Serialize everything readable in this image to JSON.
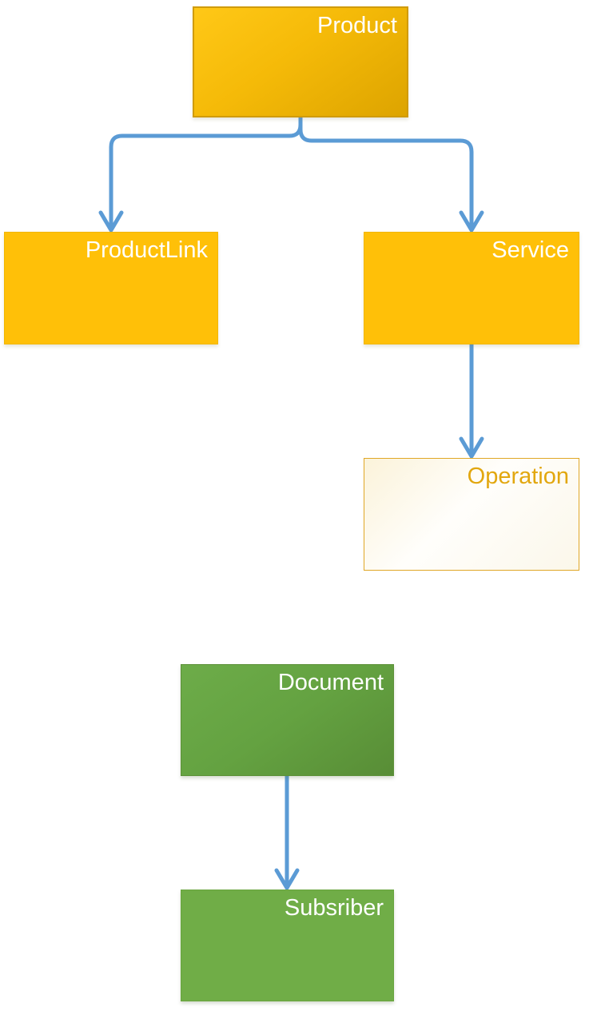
{
  "diagram": {
    "nodes": {
      "product": {
        "label": "Product",
        "fill": "#FFC010",
        "fill_style": "gold-gradient",
        "text_color": "#FFFFFF"
      },
      "productlink": {
        "label": "ProductLink",
        "fill": "#FFC008",
        "fill_style": "gold-flat",
        "text_color": "#FFFFFF"
      },
      "service": {
        "label": "Service",
        "fill": "#FFC008",
        "fill_style": "gold-flat",
        "text_color": "#FFFFFF"
      },
      "operation": {
        "label": "Operation",
        "fill": "#FFFEF8",
        "fill_style": "white-outlined",
        "text_color": "#E2A70F",
        "border_color": "#E0A726"
      },
      "document": {
        "label": "Document",
        "fill": "#64A241",
        "fill_style": "green-gradient",
        "text_color": "#FFFFFF"
      },
      "subscriber": {
        "label": "Subsriber",
        "fill": "#70AD47",
        "fill_style": "green-flat",
        "text_color": "#FFFFFF"
      }
    },
    "edges": [
      {
        "from": "Product",
        "to": "ProductLink",
        "style": "elbow-arrow"
      },
      {
        "from": "Product",
        "to": "Service",
        "style": "elbow-arrow"
      },
      {
        "from": "Service",
        "to": "Operation",
        "style": "straight-arrow"
      },
      {
        "from": "Document",
        "to": "Subsriber",
        "style": "straight-arrow"
      }
    ],
    "colors": {
      "connector_blue": "#5B9BD5",
      "gold_gradient_start": "#FFC817",
      "gold_gradient_end": "#DDA400",
      "gold_flat": "#FFC008",
      "green_gradient_start": "#6DAC49",
      "green_gradient_end": "#588D36",
      "green_flat": "#70AD47",
      "node_text_white": "#FFFFFF",
      "operation_text_gold": "#E2A70F",
      "background": "#FFFFFF"
    }
  }
}
